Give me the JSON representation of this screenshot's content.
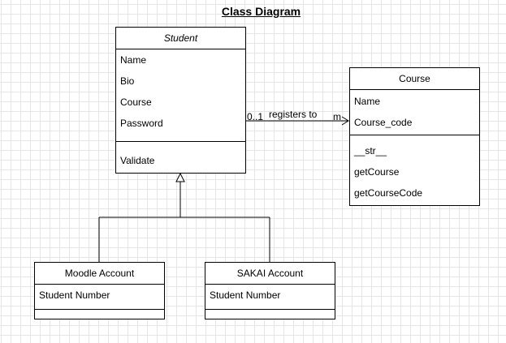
{
  "diagram": {
    "title": "Class Diagram",
    "classes": {
      "student": {
        "name": "Student",
        "attributes": [
          "Name",
          "Bio",
          "Course",
          "Password"
        ],
        "methods": [
          "Validate"
        ]
      },
      "course": {
        "name": "Course",
        "attributes": [
          "Name",
          "Course_code"
        ],
        "methods": [
          "__str__",
          "getCourse",
          "getCourseCode"
        ]
      },
      "moodle": {
        "name": "Moodle Account",
        "attributes": [
          "Student Number"
        ],
        "methods": []
      },
      "sakai": {
        "name": "SAKAI Account",
        "attributes": [
          "Student Number"
        ],
        "methods": []
      }
    },
    "association": {
      "label": "registers to",
      "source_multiplicity": "0..1",
      "target_multiplicity": "m"
    }
  }
}
